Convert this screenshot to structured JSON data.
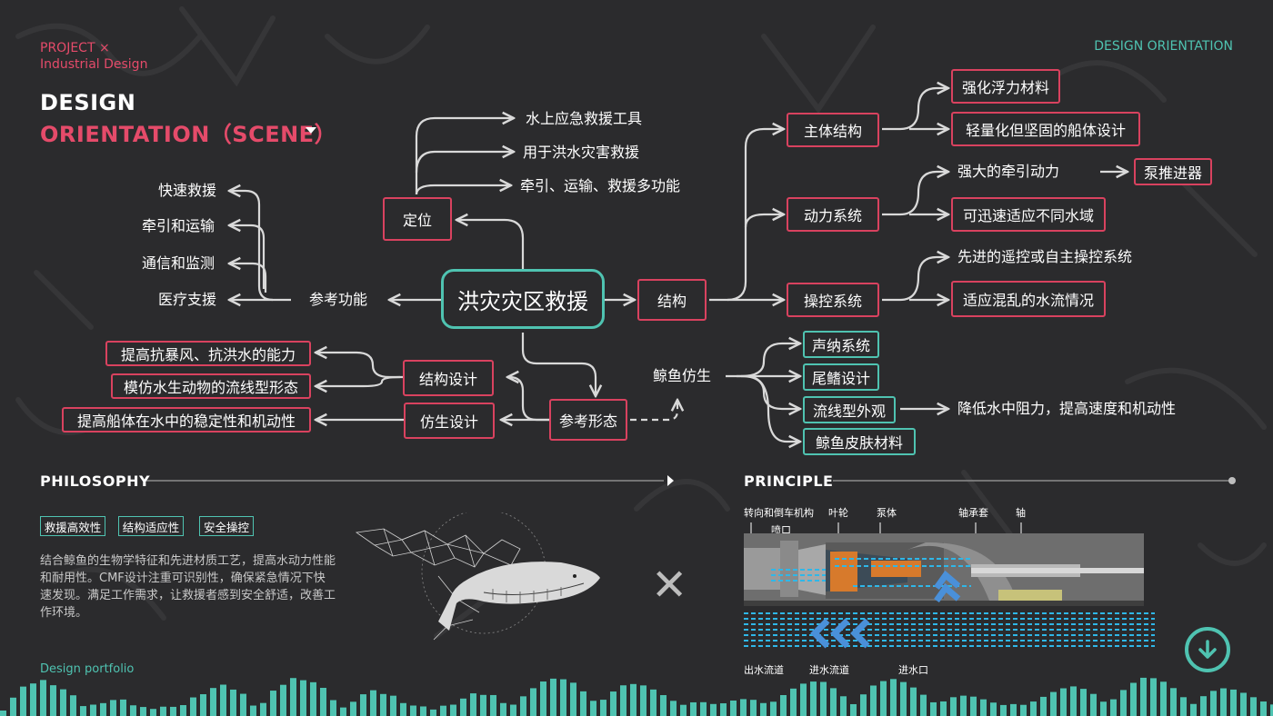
{
  "header": {
    "project_line1": "PROJECT ×",
    "project_line2": "Industrial Design",
    "right_label": "DESIGN ORIENTATION",
    "title_line1": "DESIGN",
    "title_line2": "ORIENTATION（SCENE）"
  },
  "mindmap": {
    "center": "洪灾灾区救援",
    "positioning": {
      "label": "定位",
      "items": [
        "水上应急救援工具",
        "用于洪水灾害救援",
        "牵引、运输、救援多功能"
      ]
    },
    "function": {
      "label": "参考功能",
      "items": [
        "快速救援",
        "牵引和运输",
        "通信和监测",
        "医疗支援"
      ]
    },
    "structure": {
      "label": "结构",
      "main_structure": {
        "label": "主体结构",
        "items": [
          "强化浮力材料",
          "轻量化但坚固的船体设计"
        ]
      },
      "power_system": {
        "label": "动力系统",
        "items": [
          "强大的牵引动力",
          "可迅速适应不同水域"
        ],
        "pump": "泵推进器"
      },
      "control_system": {
        "label": "操控系统",
        "items": [
          "先进的遥控或自主操控系统",
          "适应混乱的水流情况"
        ]
      }
    },
    "form": {
      "label": "参考形态",
      "structure_design": {
        "label": "结构设计",
        "items": [
          "提高抗暴风、抗洪水的能力",
          "模仿水生动物的流线型形态"
        ]
      },
      "bionic_design": {
        "label": "仿生设计",
        "items": [
          "提高船体在水中的稳定性和机动性"
        ]
      },
      "whale_bionic": {
        "label": "鲸鱼仿生",
        "items": [
          "声纳系统",
          "尾鳍设计",
          "流线型外观",
          "鲸鱼皮肤材料"
        ],
        "effect": "降低水中阻力，提高速度和机动性"
      }
    }
  },
  "philosophy": {
    "heading": "PHILOSOPHY",
    "tags": [
      "救援高效性",
      "结构适应性",
      "安全操控"
    ],
    "paragraph": "结合鲸鱼的生物学特征和先进材质工艺，提高水动力性能和耐用性。CMF设计注重可识别性，确保紧急情况下快速发现。满足工作需求，让救援者感到安全舒适，改善工作环境。"
  },
  "principle": {
    "heading": "PRINCIPLE",
    "labels_top": [
      "转向和倒车机构",
      "喷口",
      "叶轮",
      "泵体",
      "轴承套",
      "轴"
    ],
    "labels_bottom": [
      "出水流道",
      "进水流道",
      "进水口"
    ]
  },
  "footer": {
    "portfolio": "Design portfolio"
  },
  "colors": {
    "accent_red": "#d9425f",
    "accent_teal": "#4fc3b1",
    "background": "#2b2b2d"
  },
  "icons": {
    "download": "download-arrow-icon",
    "close": "x-mark-icon"
  }
}
